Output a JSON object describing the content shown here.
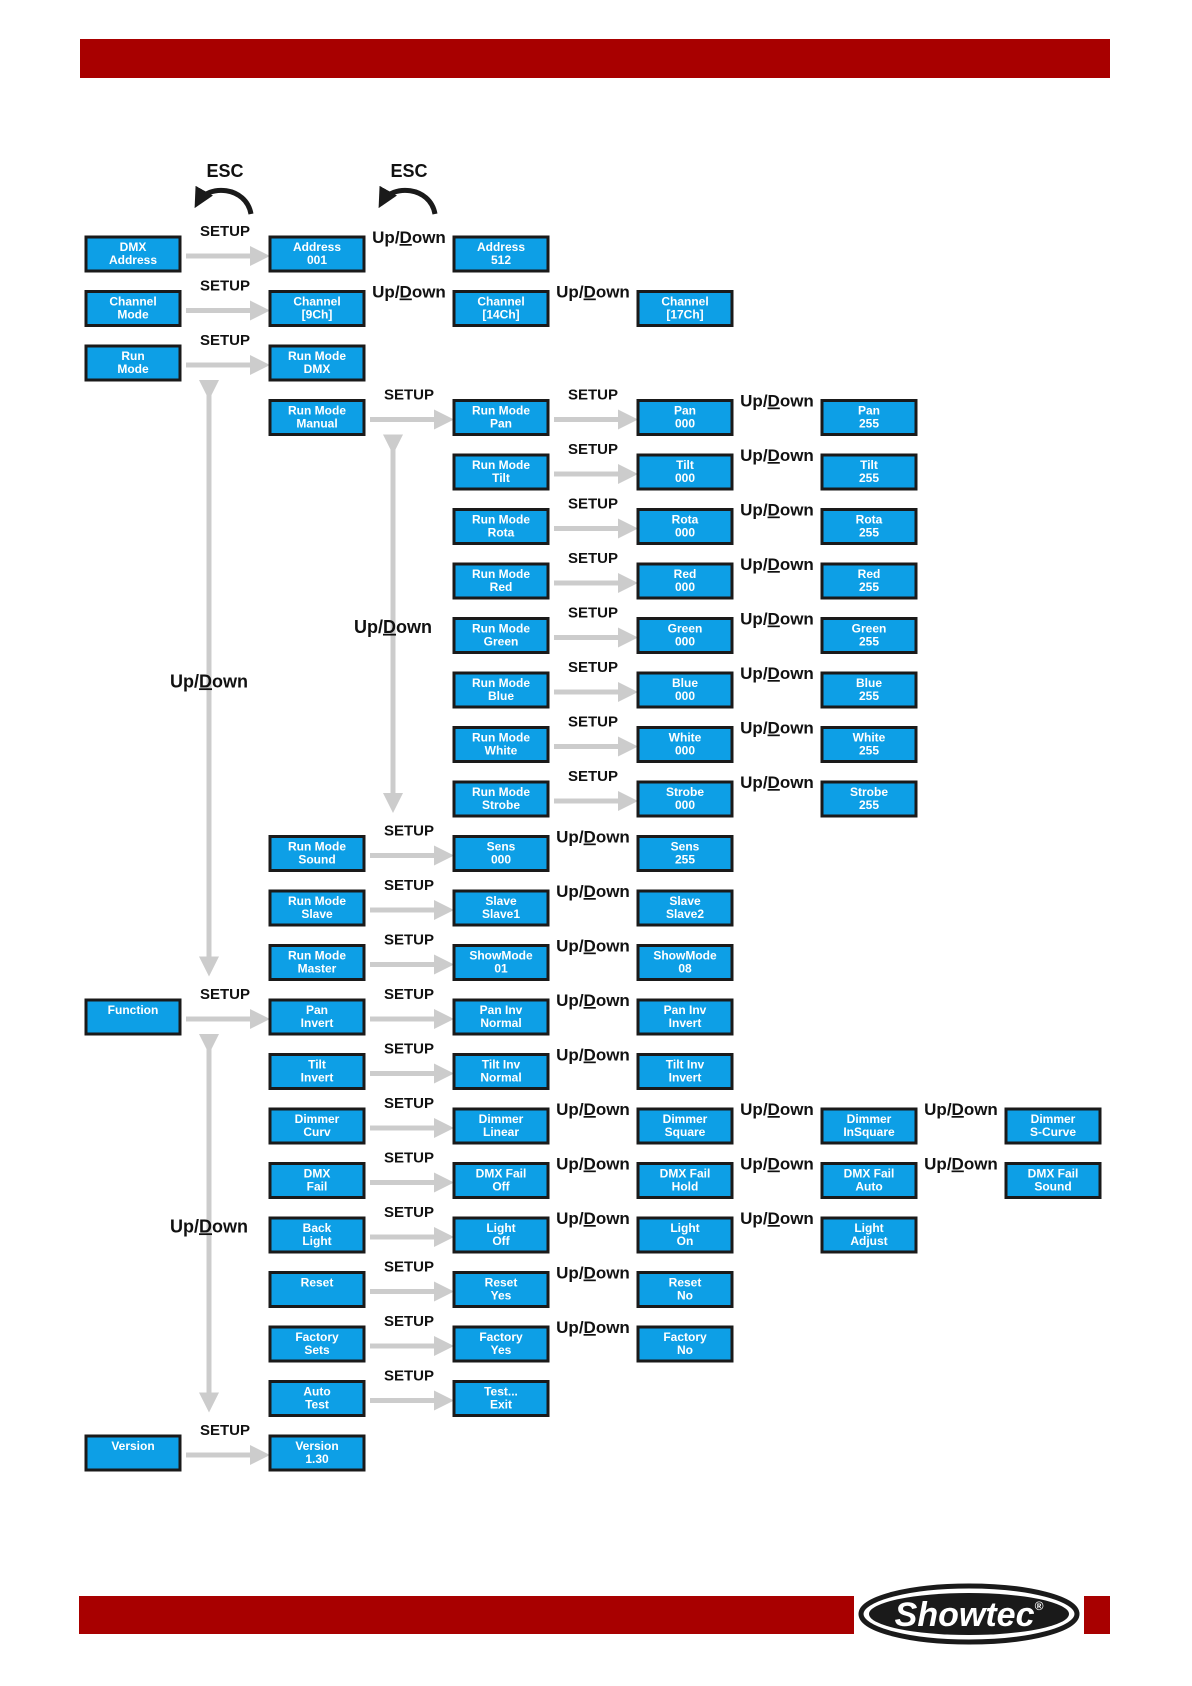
{
  "colors": {
    "brand_red": "#a80000",
    "node_blue": "#0d9fe6",
    "node_border": "#1a1a1a",
    "arrow_gray": "#cccccc"
  },
  "labels": {
    "esc": "ESC",
    "setup": "SETUP",
    "updown": "Up/Down"
  },
  "logo": {
    "text": "Showtec",
    "mark": "®"
  },
  "nodes": [
    {
      "id": "n1",
      "c": 0,
      "r": 0,
      "l1": "DMX",
      "l2": "Address"
    },
    {
      "id": "n2",
      "c": 1,
      "r": 0,
      "l1": "Address",
      "l2": "001"
    },
    {
      "id": "n3",
      "c": 2,
      "r": 0,
      "l1": "Address",
      "l2": "512"
    },
    {
      "id": "n4",
      "c": 0,
      "r": 1,
      "l1": "Channel",
      "l2": "Mode"
    },
    {
      "id": "n5",
      "c": 1,
      "r": 1,
      "l1": "Channel",
      "l2": "[9Ch]"
    },
    {
      "id": "n6",
      "c": 2,
      "r": 1,
      "l1": "Channel",
      "l2": "[14Ch]"
    },
    {
      "id": "n7",
      "c": 3,
      "r": 1,
      "l1": "Channel",
      "l2": "[17Ch]"
    },
    {
      "id": "n8",
      "c": 0,
      "r": 2,
      "l1": "Run",
      "l2": "Mode"
    },
    {
      "id": "n9",
      "c": 1,
      "r": 2,
      "l1": "Run Mode",
      "l2": "DMX"
    },
    {
      "id": "n10",
      "c": 1,
      "r": 3,
      "l1": "Run Mode",
      "l2": "Manual"
    },
    {
      "id": "n11",
      "c": 2,
      "r": 3,
      "l1": "Run Mode",
      "l2": "Pan"
    },
    {
      "id": "n12",
      "c": 3,
      "r": 3,
      "l1": "Pan",
      "l2": "000"
    },
    {
      "id": "n13",
      "c": 4,
      "r": 3,
      "l1": "Pan",
      "l2": "255"
    },
    {
      "id": "n14",
      "c": 2,
      "r": 4,
      "l1": "Run Mode",
      "l2": "Tilt"
    },
    {
      "id": "n15",
      "c": 3,
      "r": 4,
      "l1": "Tilt",
      "l2": "000"
    },
    {
      "id": "n16",
      "c": 4,
      "r": 4,
      "l1": "Tilt",
      "l2": "255"
    },
    {
      "id": "n17",
      "c": 2,
      "r": 5,
      "l1": "Run Mode",
      "l2": "Rota"
    },
    {
      "id": "n18",
      "c": 3,
      "r": 5,
      "l1": "Rota",
      "l2": "000"
    },
    {
      "id": "n19",
      "c": 4,
      "r": 5,
      "l1": "Rota",
      "l2": "255"
    },
    {
      "id": "n20",
      "c": 2,
      "r": 6,
      "l1": "Run Mode",
      "l2": "Red"
    },
    {
      "id": "n21",
      "c": 3,
      "r": 6,
      "l1": "Red",
      "l2": "000"
    },
    {
      "id": "n22",
      "c": 4,
      "r": 6,
      "l1": "Red",
      "l2": "255"
    },
    {
      "id": "n23",
      "c": 2,
      "r": 7,
      "l1": "Run Mode",
      "l2": "Green"
    },
    {
      "id": "n24",
      "c": 3,
      "r": 7,
      "l1": "Green",
      "l2": "000"
    },
    {
      "id": "n25",
      "c": 4,
      "r": 7,
      "l1": "Green",
      "l2": "255"
    },
    {
      "id": "n26",
      "c": 2,
      "r": 8,
      "l1": "Run Mode",
      "l2": "Blue"
    },
    {
      "id": "n27",
      "c": 3,
      "r": 8,
      "l1": "Blue",
      "l2": "000"
    },
    {
      "id": "n28",
      "c": 4,
      "r": 8,
      "l1": "Blue",
      "l2": "255"
    },
    {
      "id": "n29",
      "c": 2,
      "r": 9,
      "l1": "Run Mode",
      "l2": "White"
    },
    {
      "id": "n30",
      "c": 3,
      "r": 9,
      "l1": "White",
      "l2": "000"
    },
    {
      "id": "n31",
      "c": 4,
      "r": 9,
      "l1": "White",
      "l2": "255"
    },
    {
      "id": "n32",
      "c": 2,
      "r": 10,
      "l1": "Run Mode",
      "l2": "Strobe"
    },
    {
      "id": "n33",
      "c": 3,
      "r": 10,
      "l1": "Strobe",
      "l2": "000"
    },
    {
      "id": "n34",
      "c": 4,
      "r": 10,
      "l1": "Strobe",
      "l2": "255"
    },
    {
      "id": "n35",
      "c": 1,
      "r": 11,
      "l1": "Run Mode",
      "l2": "Sound"
    },
    {
      "id": "n36",
      "c": 2,
      "r": 11,
      "l1": "Sens",
      "l2": "000"
    },
    {
      "id": "n37",
      "c": 3,
      "r": 11,
      "l1": "Sens",
      "l2": "255"
    },
    {
      "id": "n38",
      "c": 1,
      "r": 12,
      "l1": "Run Mode",
      "l2": "Slave"
    },
    {
      "id": "n39",
      "c": 2,
      "r": 12,
      "l1": "Slave",
      "l2": "Slave1"
    },
    {
      "id": "n40",
      "c": 3,
      "r": 12,
      "l1": "Slave",
      "l2": "Slave2"
    },
    {
      "id": "n41",
      "c": 1,
      "r": 13,
      "l1": "Run Mode",
      "l2": "Master"
    },
    {
      "id": "n42",
      "c": 2,
      "r": 13,
      "l1": "ShowMode",
      "l2": "01"
    },
    {
      "id": "n43",
      "c": 3,
      "r": 13,
      "l1": "ShowMode",
      "l2": "08"
    },
    {
      "id": "n44",
      "c": 0,
      "r": 14,
      "l1": "Function",
      "l2": ""
    },
    {
      "id": "n45",
      "c": 1,
      "r": 14,
      "l1": "Pan",
      "l2": "Invert"
    },
    {
      "id": "n46",
      "c": 2,
      "r": 14,
      "l1": "Pan  Inv",
      "l2": "Normal"
    },
    {
      "id": "n47",
      "c": 3,
      "r": 14,
      "l1": "Pan  Inv",
      "l2": "Invert"
    },
    {
      "id": "n48",
      "c": 1,
      "r": 15,
      "l1": "Tilt",
      "l2": "Invert"
    },
    {
      "id": "n49",
      "c": 2,
      "r": 15,
      "l1": "Tilt  Inv",
      "l2": "Normal"
    },
    {
      "id": "n50",
      "c": 3,
      "r": 15,
      "l1": "Tilt  Inv",
      "l2": "Invert"
    },
    {
      "id": "n51",
      "c": 1,
      "r": 16,
      "l1": "Dimmer",
      "l2": "Curv"
    },
    {
      "id": "n52",
      "c": 2,
      "r": 16,
      "l1": "Dimmer",
      "l2": "Linear"
    },
    {
      "id": "n53",
      "c": 3,
      "r": 16,
      "l1": "Dimmer",
      "l2": "Square"
    },
    {
      "id": "n54",
      "c": 4,
      "r": 16,
      "l1": "Dimmer",
      "l2": "InSquare"
    },
    {
      "id": "n55",
      "c": 5,
      "r": 16,
      "l1": "Dimmer",
      "l2": "S-Curve"
    },
    {
      "id": "n56",
      "c": 1,
      "r": 17,
      "l1": "DMX",
      "l2": "Fail"
    },
    {
      "id": "n57",
      "c": 2,
      "r": 17,
      "l1": "DMX Fail",
      "l2": "Off"
    },
    {
      "id": "n58",
      "c": 3,
      "r": 17,
      "l1": "DMX Fail",
      "l2": "Hold"
    },
    {
      "id": "n59",
      "c": 4,
      "r": 17,
      "l1": "DMX Fail",
      "l2": "Auto"
    },
    {
      "id": "n60",
      "c": 5,
      "r": 17,
      "l1": "DMX Fail",
      "l2": "Sound"
    },
    {
      "id": "n61",
      "c": 1,
      "r": 18,
      "l1": "Back",
      "l2": "Light"
    },
    {
      "id": "n62",
      "c": 2,
      "r": 18,
      "l1": "Light",
      "l2": "Off"
    },
    {
      "id": "n63",
      "c": 3,
      "r": 18,
      "l1": "Light",
      "l2": "On"
    },
    {
      "id": "n64",
      "c": 4,
      "r": 18,
      "l1": "Light",
      "l2": "Adjust"
    },
    {
      "id": "n65",
      "c": 1,
      "r": 19,
      "l1": "Reset",
      "l2": ""
    },
    {
      "id": "n66",
      "c": 2,
      "r": 19,
      "l1": "Reset",
      "l2": "Yes"
    },
    {
      "id": "n67",
      "c": 3,
      "r": 19,
      "l1": "Reset",
      "l2": "No"
    },
    {
      "id": "n68",
      "c": 1,
      "r": 20,
      "l1": "Factory",
      "l2": "Sets"
    },
    {
      "id": "n69",
      "c": 2,
      "r": 20,
      "l1": "Factory",
      "l2": "Yes"
    },
    {
      "id": "n70",
      "c": 3,
      "r": 20,
      "l1": "Factory",
      "l2": "No"
    },
    {
      "id": "n71",
      "c": 1,
      "r": 21,
      "l1": "Auto",
      "l2": "Test"
    },
    {
      "id": "n72",
      "c": 2,
      "r": 21,
      "l1": "Test...",
      "l2": "Exit"
    },
    {
      "id": "n73",
      "c": 0,
      "r": 22,
      "l1": "Version",
      "l2": ""
    },
    {
      "id": "n74",
      "c": 1,
      "r": 22,
      "l1": "Version",
      "l2": "1.30"
    }
  ],
  "links": [
    {
      "from": "n1",
      "to": "n2",
      "t": "setup"
    },
    {
      "from": "n2",
      "to": "n3",
      "t": "updown"
    },
    {
      "from": "n4",
      "to": "n5",
      "t": "setup"
    },
    {
      "from": "n5",
      "to": "n6",
      "t": "updown"
    },
    {
      "from": "n6",
      "to": "n7",
      "t": "updown"
    },
    {
      "from": "n8",
      "to": "n9",
      "t": "setup"
    },
    {
      "from": "n10",
      "to": "n11",
      "t": "setup"
    },
    {
      "from": "n11",
      "to": "n12",
      "t": "setup"
    },
    {
      "from": "n12",
      "to": "n13",
      "t": "updown"
    },
    {
      "from": "n14",
      "to": "n15",
      "t": "setup"
    },
    {
      "from": "n15",
      "to": "n16",
      "t": "updown"
    },
    {
      "from": "n17",
      "to": "n18",
      "t": "setup"
    },
    {
      "from": "n18",
      "to": "n19",
      "t": "updown"
    },
    {
      "from": "n20",
      "to": "n21",
      "t": "setup"
    },
    {
      "from": "n21",
      "to": "n22",
      "t": "updown"
    },
    {
      "from": "n23",
      "to": "n24",
      "t": "setup"
    },
    {
      "from": "n24",
      "to": "n25",
      "t": "updown"
    },
    {
      "from": "n26",
      "to": "n27",
      "t": "setup"
    },
    {
      "from": "n27",
      "to": "n28",
      "t": "updown"
    },
    {
      "from": "n29",
      "to": "n30",
      "t": "setup"
    },
    {
      "from": "n30",
      "to": "n31",
      "t": "updown"
    },
    {
      "from": "n32",
      "to": "n33",
      "t": "setup"
    },
    {
      "from": "n33",
      "to": "n34",
      "t": "updown"
    },
    {
      "from": "n35",
      "to": "n36",
      "t": "setup"
    },
    {
      "from": "n36",
      "to": "n37",
      "t": "updown"
    },
    {
      "from": "n38",
      "to": "n39",
      "t": "setup"
    },
    {
      "from": "n39",
      "to": "n40",
      "t": "updown"
    },
    {
      "from": "n41",
      "to": "n42",
      "t": "setup"
    },
    {
      "from": "n42",
      "to": "n43",
      "t": "updown"
    },
    {
      "from": "n44",
      "to": "n45",
      "t": "setup"
    },
    {
      "from": "n45",
      "to": "n46",
      "t": "setup"
    },
    {
      "from": "n46",
      "to": "n47",
      "t": "updown"
    },
    {
      "from": "n48",
      "to": "n49",
      "t": "setup"
    },
    {
      "from": "n49",
      "to": "n50",
      "t": "updown"
    },
    {
      "from": "n51",
      "to": "n52",
      "t": "setup"
    },
    {
      "from": "n52",
      "to": "n53",
      "t": "updown"
    },
    {
      "from": "n53",
      "to": "n54",
      "t": "updown"
    },
    {
      "from": "n54",
      "to": "n55",
      "t": "updown"
    },
    {
      "from": "n56",
      "to": "n57",
      "t": "setup"
    },
    {
      "from": "n57",
      "to": "n58",
      "t": "updown"
    },
    {
      "from": "n58",
      "to": "n59",
      "t": "updown"
    },
    {
      "from": "n59",
      "to": "n60",
      "t": "updown"
    },
    {
      "from": "n61",
      "to": "n62",
      "t": "setup"
    },
    {
      "from": "n62",
      "to": "n63",
      "t": "updown"
    },
    {
      "from": "n63",
      "to": "n64",
      "t": "updown"
    },
    {
      "from": "n65",
      "to": "n66",
      "t": "setup"
    },
    {
      "from": "n66",
      "to": "n67",
      "t": "updown"
    },
    {
      "from": "n68",
      "to": "n69",
      "t": "setup"
    },
    {
      "from": "n69",
      "to": "n70",
      "t": "updown"
    },
    {
      "from": "n71",
      "to": "n72",
      "t": "setup"
    },
    {
      "from": "n73",
      "to": "n74",
      "t": "setup"
    }
  ],
  "vertical_links": [
    {
      "from": "n9",
      "to": "n41"
    },
    {
      "from": "n11",
      "to": "n32"
    },
    {
      "from": "n45",
      "to": "n71"
    }
  ],
  "esc_links": [
    {
      "from": "n2",
      "to": "n1"
    },
    {
      "from": "n3",
      "to": "n2"
    }
  ]
}
